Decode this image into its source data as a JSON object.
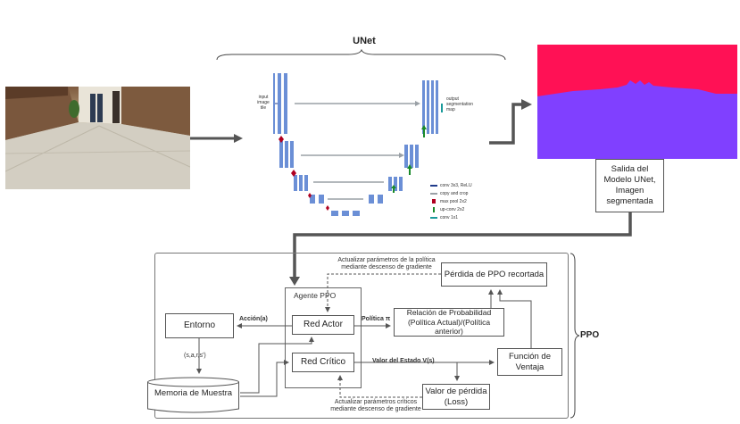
{
  "unet": {
    "title": "UNet",
    "input_label": "input\nimage\ntile",
    "output_label": "output\nsegmentation\nmap",
    "legend": [
      {
        "label": "conv 3x3, ReLU",
        "color": "#1f3b8a"
      },
      {
        "label": "copy and crop",
        "color": "#9aa0a6"
      },
      {
        "label": "max pool 2x2",
        "color": "#b00020"
      },
      {
        "label": "up-conv 2x2",
        "color": "#1a8a2a"
      },
      {
        "label": "conv 1x1",
        "color": "#1a9a9a"
      }
    ]
  },
  "output_box": {
    "text": "Salida del\nModelo UNet,\nImagen\nsegmentada"
  },
  "ppo": {
    "label": "PPO",
    "agent_label": "Agente PPO",
    "entorno": "Entorno",
    "red_actor": "Red Actor",
    "red_critico": "Red Crítico",
    "memoria": "Memoria de Muestra",
    "perdida_ppo": "Pérdida de PPO recortada",
    "relacion": "Relación de Probabilidad\n(Política Actual)/(Política anterior)",
    "ventaja": "Función de\nVentaja",
    "valor_perdida": "Valor de pérdida\n(Loss)",
    "accion": "Acción(a)",
    "politica": "Política π",
    "tupla": "(s,a,r,s')",
    "valor_estado": "Valor del Estado V(s)",
    "actualizar_politica": "Actualizar parámetros de la política\nmediante descenso de gradiente",
    "actualizar_critico": "Actualizar parámetros críticos\nmediante descenso de gradiente"
  },
  "colors": {
    "segment_top": "#ff1155",
    "segment_bottom": "#8040ff",
    "connector": "#555555"
  }
}
